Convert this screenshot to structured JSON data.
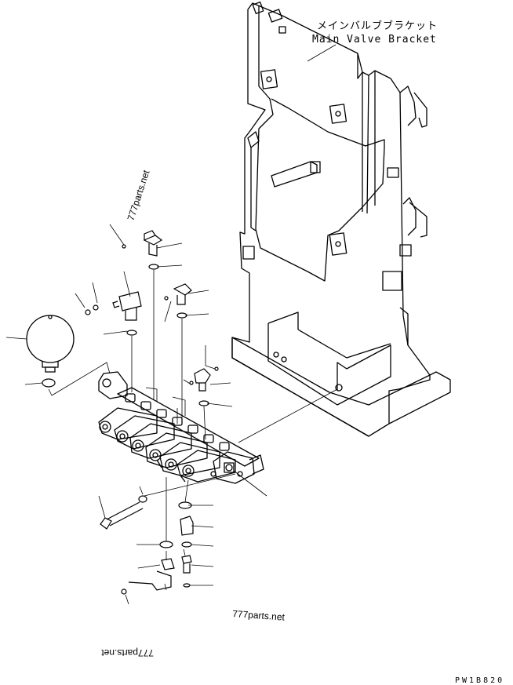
{
  "labels": {
    "bracket_jp": "メインバルブブラケット",
    "bracket_en": "Main Valve Bracket"
  },
  "watermarks": [
    "777parts.net",
    "777parts.net",
    "777parts.net"
  ],
  "drawing_code": "PW1B820"
}
